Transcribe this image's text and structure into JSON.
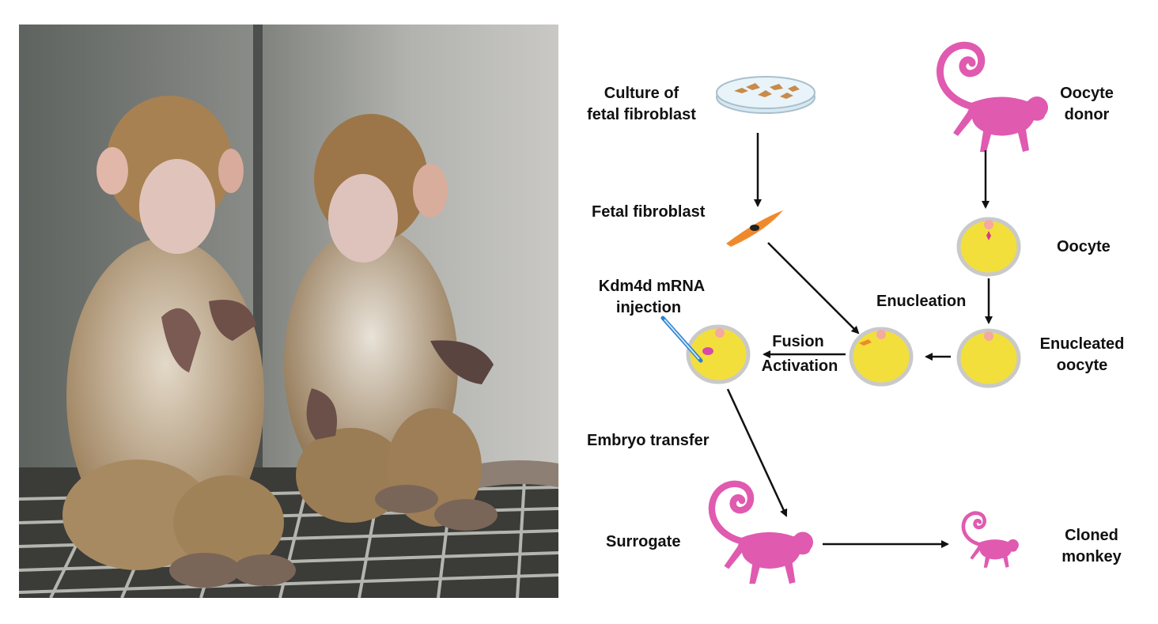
{
  "diagram": {
    "labels": {
      "culture_line1": "Culture of",
      "culture_line2": "fetal fibroblast",
      "oocyte_donor_line1": "Oocyte",
      "oocyte_donor_line2": "donor",
      "fetal_fibroblast": "Fetal fibroblast",
      "oocyte": "Oocyte",
      "kdm4d_line1": "Kdm4d  mRNA",
      "kdm4d_line2": "injection",
      "enucleation": "Enucleation",
      "fusion": "Fusion",
      "activation": "Activation",
      "enucleated_line1": "Enucleated",
      "enucleated_line2": "oocyte",
      "embryo_transfer": "Embryo transfer",
      "surrogate": "Surrogate",
      "cloned_line1": "Cloned",
      "cloned_line2": "monkey"
    },
    "colors": {
      "monkey": "#e05ab0",
      "oocyte_fill": "#f2df3c",
      "oocyte_ring": "#c9c9c9",
      "polar_body": "#f4a9a1",
      "fibroblast": "#ef8a2c",
      "arrow": "#111111"
    }
  }
}
